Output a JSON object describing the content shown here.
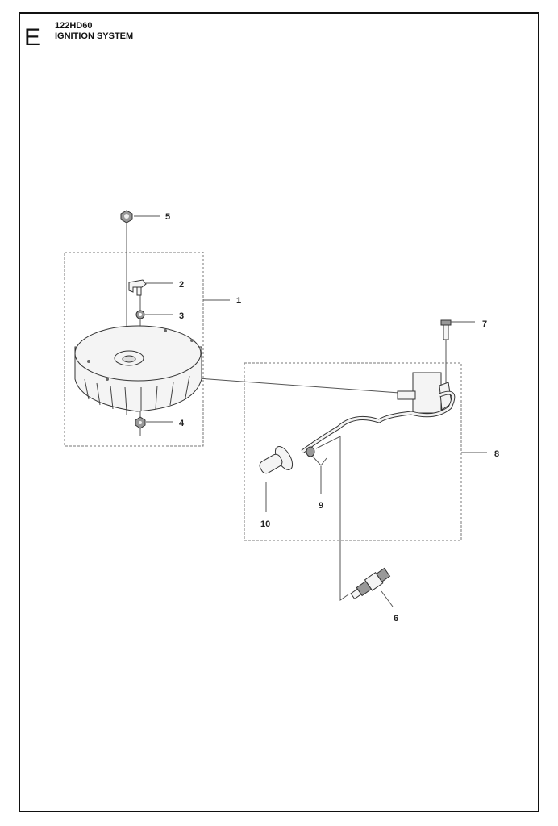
{
  "header": {
    "section_letter": "E",
    "model": "122HD60",
    "title": "IGNITION SYSTEM"
  },
  "callouts": {
    "c1": "1",
    "c2": "2",
    "c3": "3",
    "c4": "4",
    "c5": "5",
    "c6": "6",
    "c7": "7",
    "c8": "8",
    "c9": "9",
    "c10": "10"
  }
}
